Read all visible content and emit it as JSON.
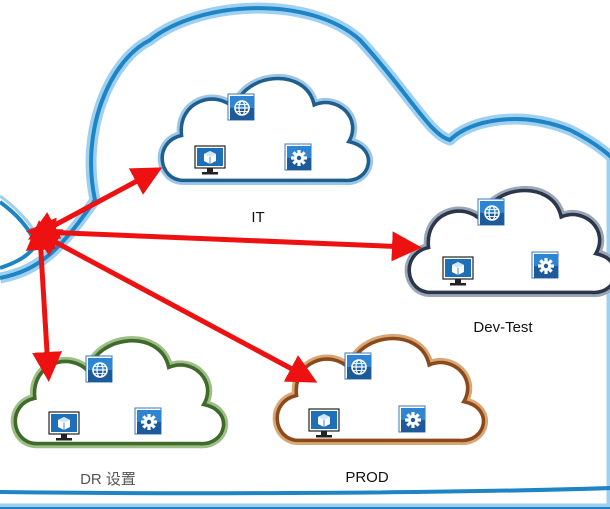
{
  "diagram": {
    "clouds": [
      {
        "id": "it",
        "label": "IT",
        "border": "#1f5f8f",
        "glow": "#9cc6e6"
      },
      {
        "id": "devtest",
        "label": "Dev-Test",
        "border": "#2b3648",
        "glow": "#9aa6b8"
      },
      {
        "id": "dr",
        "label": "DR 设置",
        "border": "#3f6a2b",
        "glow": "#9dbf86"
      },
      {
        "id": "prod",
        "label": "PROD",
        "border": "#8c4a1a",
        "glow": "#d8a777"
      }
    ],
    "icons": [
      "globe-icon",
      "monitor-cube-icon",
      "gear-icon"
    ],
    "connections": [
      "hub-to-it",
      "hub-to-devtest",
      "hub-to-dr",
      "hub-to-prod"
    ],
    "colors": {
      "outer_cloud": "#1d84c6",
      "arrow": "#ee1111",
      "tile_dark": "#1d5a9a",
      "tile_light": "#2e86d2"
    }
  }
}
